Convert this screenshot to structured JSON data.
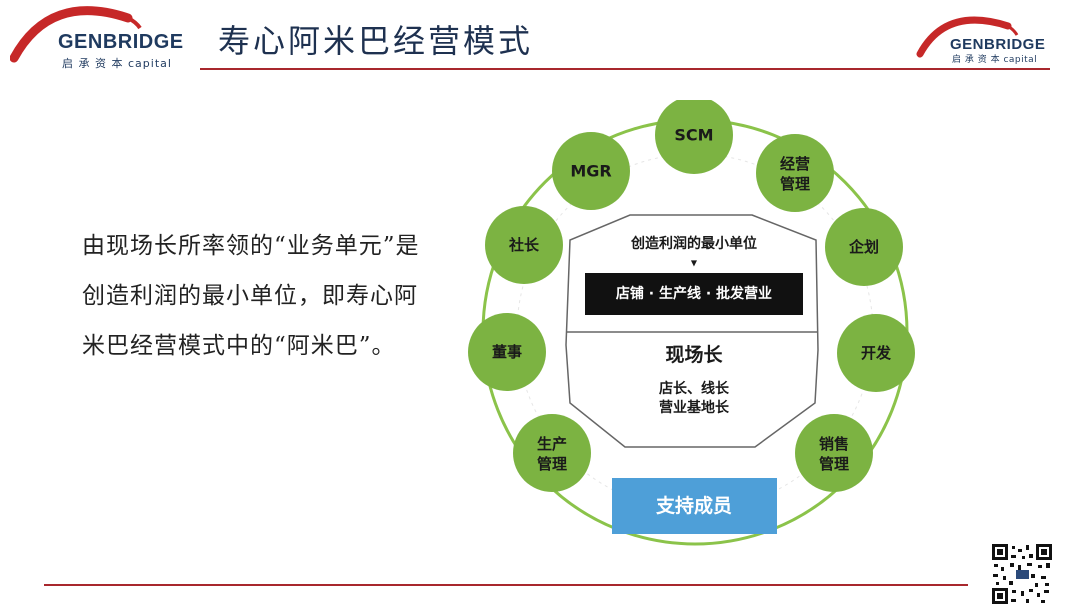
{
  "header": {
    "logo_name": "GENBRIDGE",
    "logo_subtitle": "启 承 资 本 capital",
    "title": "寿心阿米巴经营模式"
  },
  "description": "由现场长所率领的“业务单元”是创造利润的最小单位，即寿心阿米巴经营模式中的“阿米巴”。",
  "diagram": {
    "top_label": "创造利润的最小单位",
    "arrow": "▼",
    "banner": "店铺 · 生产线 · 批发营业",
    "center_title": "现场长",
    "center_lines": [
      "店长、线长",
      "营业基地长"
    ],
    "support_button": "支持成员",
    "nodes": [
      "SCM",
      "经营管理",
      "企划",
      "开发",
      "销售管理",
      "生产管理",
      "董事",
      "社长",
      "MGR"
    ],
    "colors": {
      "ring": "#8bc34a",
      "node": "#7cb342",
      "banner": "#111111",
      "support": "#4e9fd8"
    }
  }
}
